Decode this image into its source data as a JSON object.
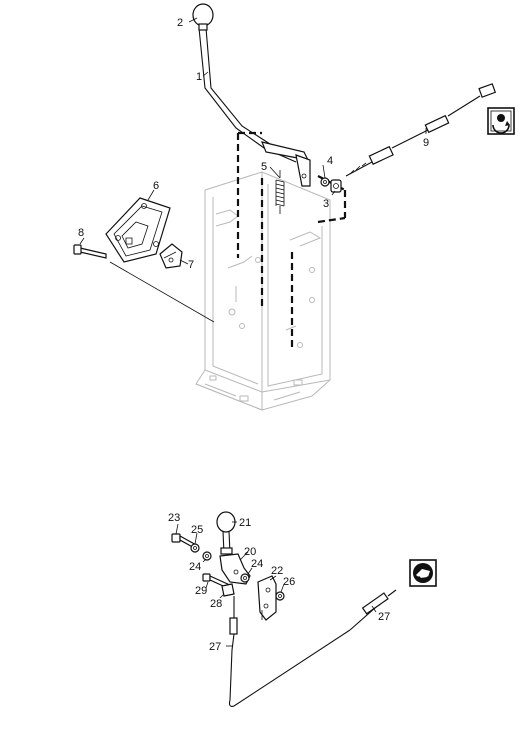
{
  "diagram": {
    "upper_assembly": {
      "callouts": [
        {
          "id": "c1",
          "label": "1"
        },
        {
          "id": "c2",
          "label": "2"
        },
        {
          "id": "c3",
          "label": "3"
        },
        {
          "id": "c4",
          "label": "4"
        },
        {
          "id": "c5",
          "label": "5"
        },
        {
          "id": "c6",
          "label": "6"
        },
        {
          "id": "c7",
          "label": "7"
        },
        {
          "id": "c8",
          "label": "8"
        },
        {
          "id": "c9",
          "label": "9"
        }
      ],
      "badge_icon": "fan-rotation-icon"
    },
    "lower_assembly": {
      "callouts": [
        {
          "id": "c20",
          "label": "20"
        },
        {
          "id": "c21",
          "label": "21"
        },
        {
          "id": "c22",
          "label": "22"
        },
        {
          "id": "c23",
          "label": "23"
        },
        {
          "id": "c24a",
          "label": "24"
        },
        {
          "id": "c24b",
          "label": "24"
        },
        {
          "id": "c25",
          "label": "25"
        },
        {
          "id": "c26",
          "label": "26"
        },
        {
          "id": "c27a",
          "label": "27"
        },
        {
          "id": "c27b",
          "label": "27"
        },
        {
          "id": "c28",
          "label": "28"
        },
        {
          "id": "c29",
          "label": "29"
        }
      ],
      "badge_icon": "snow-thrower-icon"
    }
  }
}
